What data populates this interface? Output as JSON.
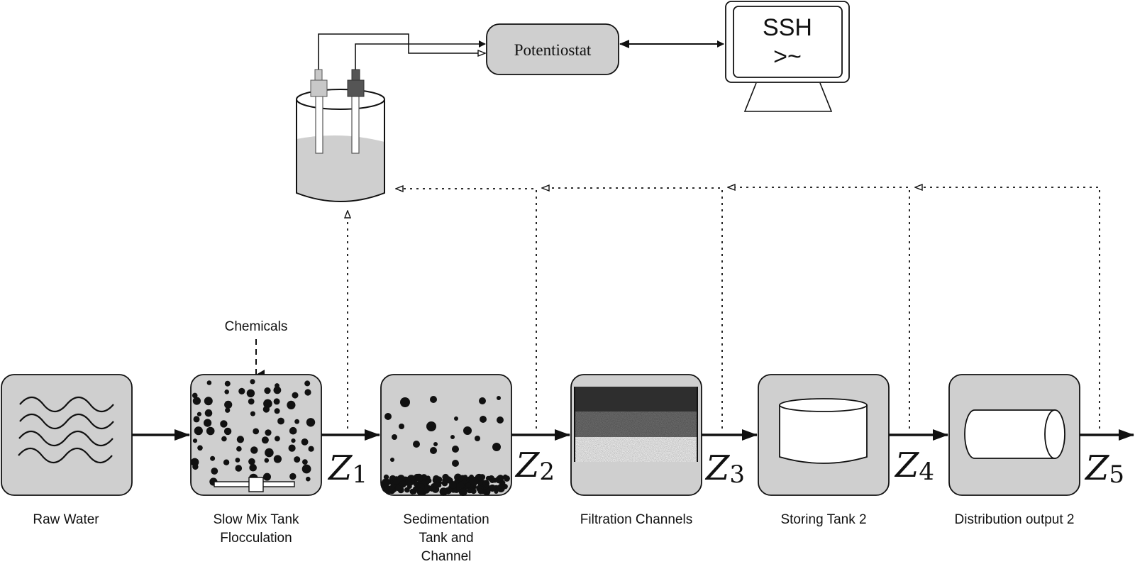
{
  "diagram": {
    "title": "Water treatment monitoring setup",
    "colors": {
      "stage_fill": "#cfcfcf",
      "liquid": "#cfcfcf",
      "stroke": "#111111",
      "filter_dark": "#2e2e2e",
      "filter_mid": "#777777",
      "filter_light": "#eeeeee",
      "electrode_left": "#c8c8c8",
      "electrode_right": "#555555"
    },
    "potentiostat": {
      "label": "Potentiostat"
    },
    "computer": {
      "line1": "SSH",
      "line2": ">~"
    },
    "chemicals": {
      "label": "Chemicals"
    },
    "stages": [
      {
        "id": "raw-water",
        "label_lines": [
          "Raw Water"
        ],
        "icon": "waves-icon"
      },
      {
        "id": "slow-mix-tank",
        "label_lines": [
          "Slow Mix Tank",
          "Flocculation"
        ],
        "icon": "flocculation-particles-icon"
      },
      {
        "id": "sedimentation-tank",
        "label_lines": [
          "Sedimentation",
          "Tank and",
          "Channel"
        ],
        "icon": "sediment-particles-icon"
      },
      {
        "id": "filtration-channels",
        "label_lines": [
          "Filtration Channels"
        ],
        "icon": "filter-layers-icon"
      },
      {
        "id": "storing-tank",
        "label_lines": [
          "Storing Tank 2"
        ],
        "icon": "tank-cylinder-icon"
      },
      {
        "id": "distribution-output",
        "label_lines": [
          "Distribution output 2"
        ],
        "icon": "pipe-cylinder-icon"
      }
    ],
    "sample_points": [
      {
        "symbol": "Z",
        "sub": "1"
      },
      {
        "symbol": "Z",
        "sub": "2"
      },
      {
        "symbol": "Z",
        "sub": "3"
      },
      {
        "symbol": "Z",
        "sub": "4"
      },
      {
        "symbol": "Z",
        "sub": "5"
      }
    ]
  }
}
